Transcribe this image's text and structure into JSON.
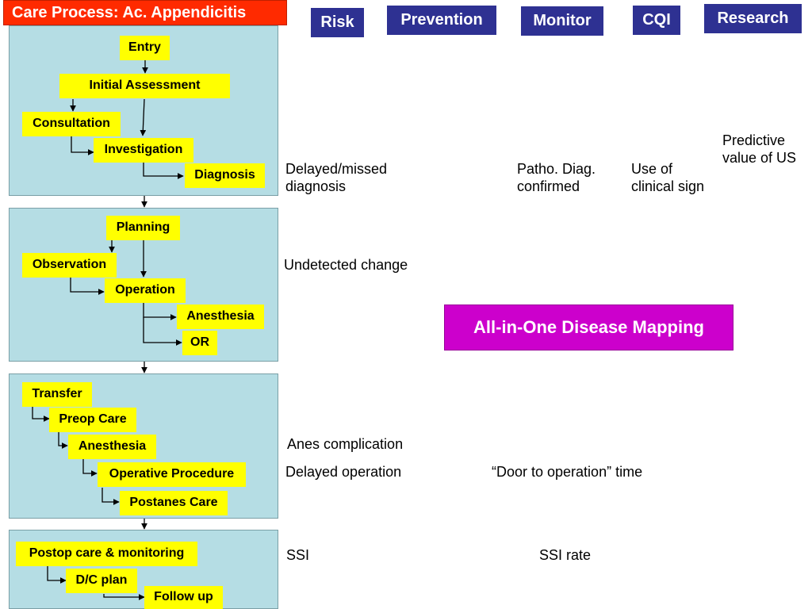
{
  "title": "Care Process: Ac. Appendicitis",
  "headers": {
    "risk": "Risk",
    "prevention": "Prevention",
    "monitor": "Monitor",
    "cqi": "CQI",
    "research": "Research"
  },
  "stage1": {
    "entry": "Entry",
    "initial_assessment": "Initial Assessment",
    "consultation": "Consultation",
    "investigation": "Investigation",
    "diagnosis": "Diagnosis"
  },
  "stage2": {
    "planning": "Planning",
    "observation": "Observation",
    "operation": "Operation",
    "anesthesia": "Anesthesia",
    "or": "OR"
  },
  "stage3": {
    "transfer": "Transfer",
    "preop_care": "Preop Care",
    "anesthesia": "Anesthesia",
    "operative_procedure": "Operative Procedure",
    "postanes_care": "Postanes Care"
  },
  "stage4": {
    "postop_care": "Postop care & monitoring",
    "dc_plan": "D/C plan",
    "follow_up": "Follow up"
  },
  "notes": {
    "risk_delayed_missed": "Delayed/missed",
    "risk_diagnosis": "diagnosis",
    "monitor_patho_diag": "Patho. Diag.",
    "monitor_confirmed": "confirmed",
    "cqi_use_of": "Use of",
    "cqi_clinical_sign": "clinical sign",
    "research_predictive": "Predictive",
    "research_value_of_us": "value of US",
    "risk_undetected_change": "Undetected change",
    "risk_anes_complication": "Anes complication",
    "risk_delayed_operation": "Delayed operation",
    "monitor_door_to_operation": "“Door to operation” time",
    "risk_ssi": "SSI",
    "monitor_ssi_rate": "SSI rate"
  },
  "banner": "All-in-One Disease Mapping",
  "colors": {
    "title_bg": "#ff2a00",
    "header_bg": "#2e3192",
    "panel_bg": "#b5dde4",
    "node_bg": "#ffff00",
    "banner_bg": "#cc00cc"
  }
}
